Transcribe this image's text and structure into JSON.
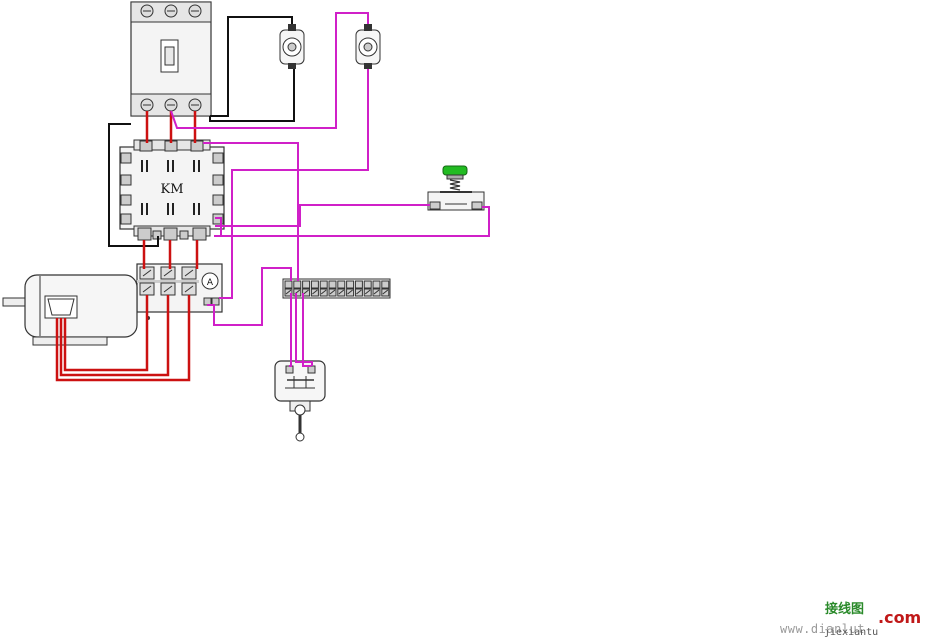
{
  "diagram": {
    "contactor_label": "KM",
    "ammeter_label": "A"
  },
  "colors": {
    "power_wire": "#cc1111",
    "control_wire": "#d020c8",
    "neutral_wire": "#111111",
    "button_cap": "#22bb22",
    "outline": "#333333"
  },
  "watermark": {
    "url_text": "www.dianlut",
    "site_name_cn": "接线图",
    "pinyin": "jiexiantu",
    "dot_com": ".com"
  }
}
